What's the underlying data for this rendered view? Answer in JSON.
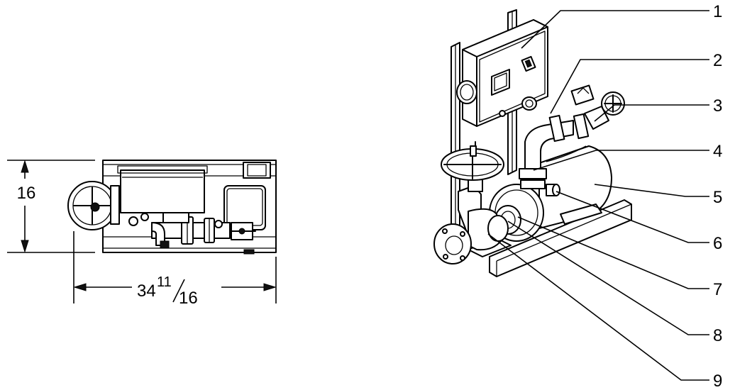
{
  "dimensions": {
    "height": {
      "value": "16"
    },
    "width": {
      "whole": "34",
      "numerator": "11",
      "denominator": "16"
    }
  },
  "callouts": [
    "1",
    "2",
    "3",
    "4",
    "5",
    "6",
    "7",
    "8",
    "9"
  ]
}
